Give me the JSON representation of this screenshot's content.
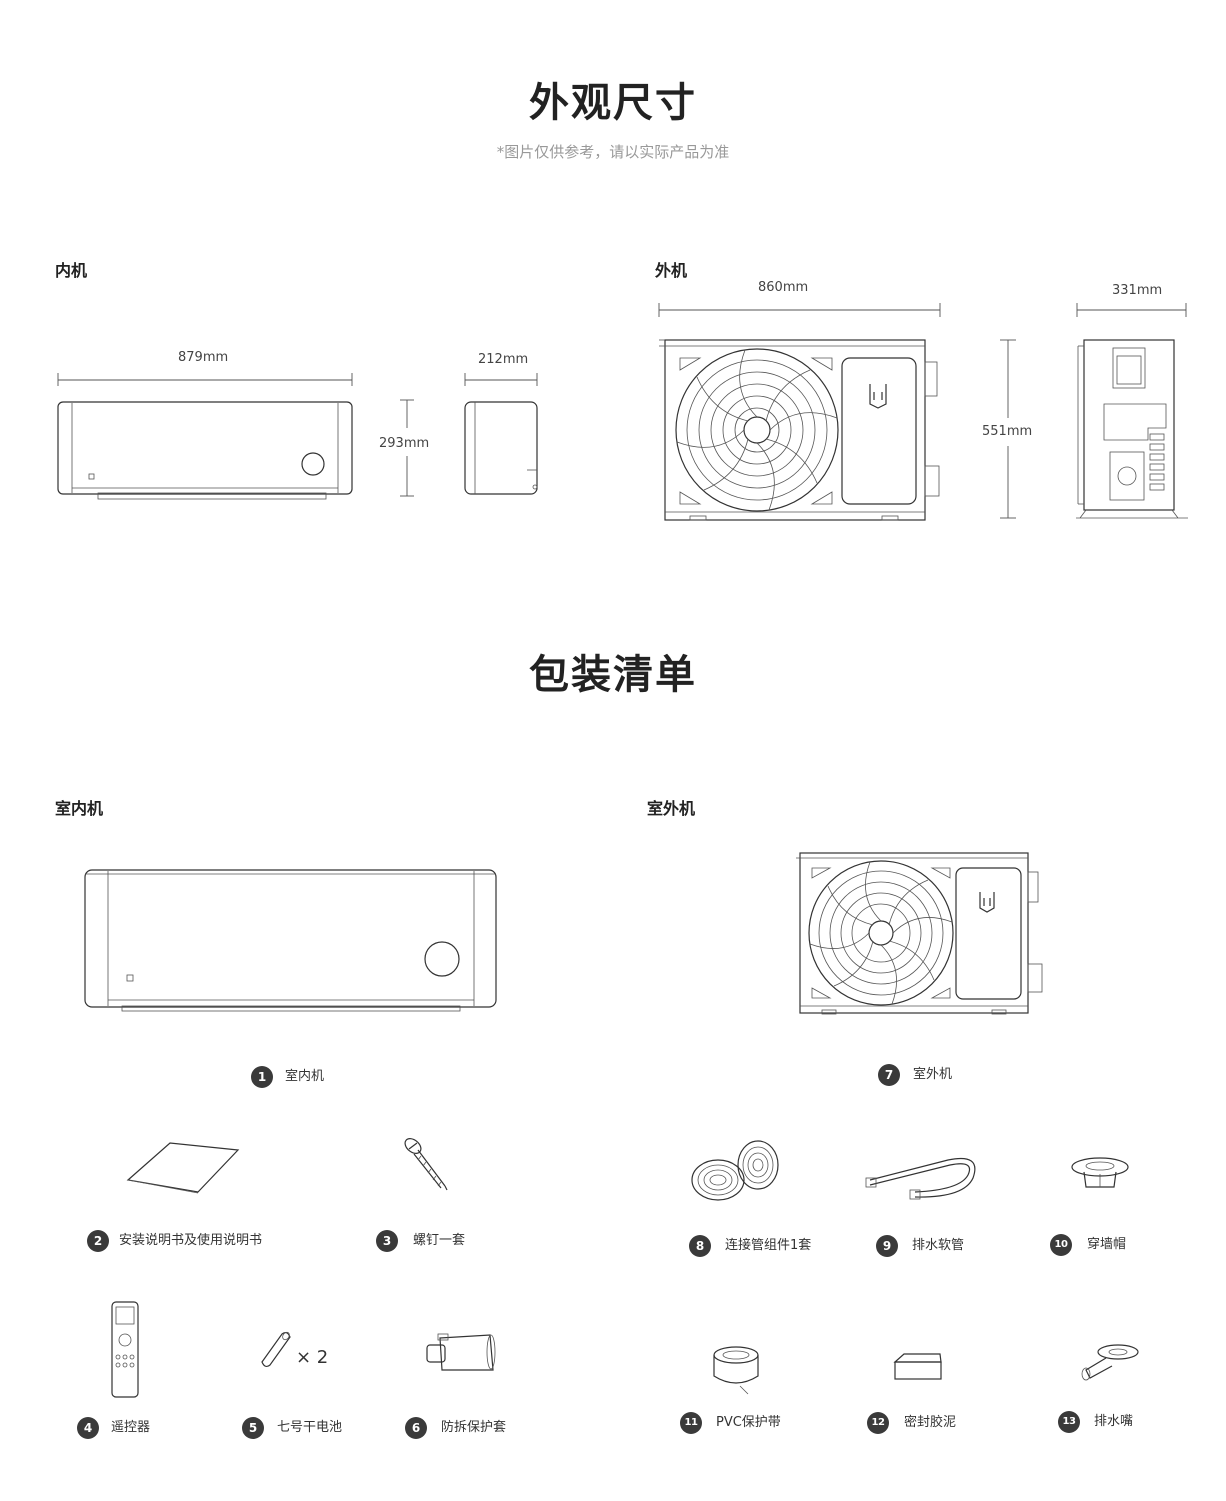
{
  "dimensions": {
    "title": "外观尺寸",
    "note": "*图片仅供参考，请以实际产品为准",
    "indoor": {
      "label": "内机",
      "width": "879mm",
      "height": "293mm",
      "depth": "212mm"
    },
    "outdoor": {
      "label": "外机",
      "width": "860mm",
      "height": "551mm",
      "depth": "331mm"
    }
  },
  "package": {
    "title": "包装清单",
    "indoor_label": "室内机",
    "outdoor_label": "室外机",
    "items": [
      {
        "num": "1",
        "name": "室内机"
      },
      {
        "num": "2",
        "name": "安装说明书及使用说明书"
      },
      {
        "num": "3",
        "name": "螺钉一套"
      },
      {
        "num": "4",
        "name": "遥控器"
      },
      {
        "num": "5",
        "name": "七号干电池"
      },
      {
        "num": "6",
        "name": "防拆保护套"
      },
      {
        "num": "7",
        "name": "室外机"
      },
      {
        "num": "8",
        "name": "连接管组件1套"
      },
      {
        "num": "9",
        "name": "排水软管"
      },
      {
        "num": "10",
        "name": "穿墙帽"
      },
      {
        "num": "11",
        "name": "PVC保护带"
      },
      {
        "num": "12",
        "name": "密封胶泥"
      },
      {
        "num": "13",
        "name": "排水嘴"
      }
    ],
    "battery_qty": "× 2"
  }
}
